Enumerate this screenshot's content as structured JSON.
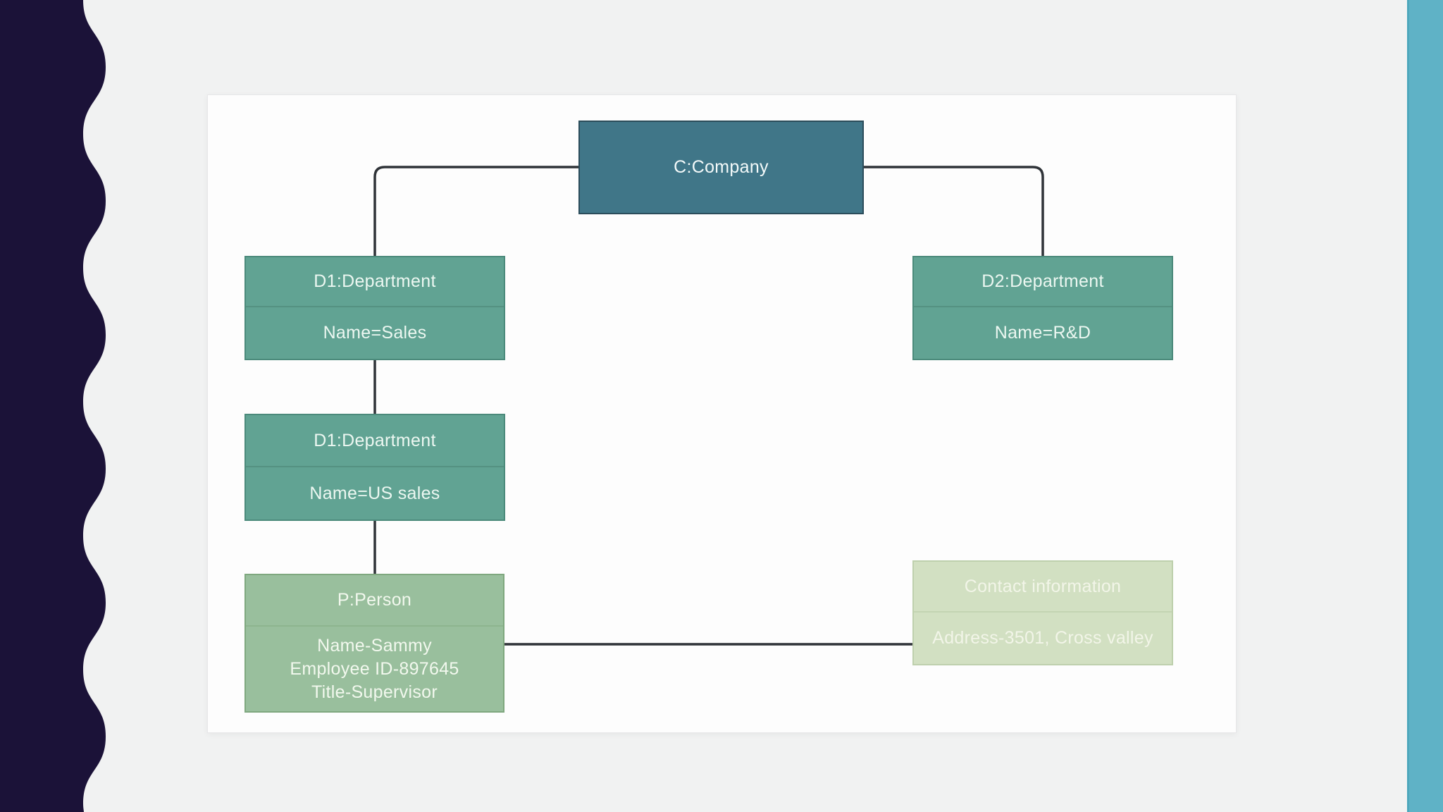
{
  "diagram": {
    "nodes": [
      {
        "id": "company",
        "title": "C:Company",
        "attributes": []
      },
      {
        "id": "d1-department",
        "title": "D1:Department",
        "attributes": [
          "Name=Sales"
        ]
      },
      {
        "id": "d2-department",
        "title": "D2:Department",
        "attributes": [
          "Name=R&D"
        ]
      },
      {
        "id": "d1-subdepartment",
        "title": "D1:Department",
        "attributes": [
          "Name=US sales"
        ]
      },
      {
        "id": "person",
        "title": "P:Person",
        "attributes": [
          "Name-Sammy",
          "Employee ID-897645",
          "Title-Supervisor"
        ]
      },
      {
        "id": "contact",
        "title": "Contact information",
        "attributes": [
          "Address-3501, Cross valley"
        ]
      }
    ],
    "connectors": [
      {
        "from": "company",
        "to": "d1-department"
      },
      {
        "from": "company",
        "to": "d2-department"
      },
      {
        "from": "d1-department",
        "to": "d1-subdepartment"
      },
      {
        "from": "d1-subdepartment",
        "to": "person"
      },
      {
        "from": "person",
        "to": "contact"
      }
    ]
  },
  "colors": {
    "background": "#f1f2f2",
    "left_wave": "#1b1238",
    "right_strip": "#5fb2c6",
    "canvas": "#fdfdfd",
    "connector": "#2f3338",
    "company_fill": "#407688",
    "company_border": "#2b4c5a",
    "department_fill": "#61a393",
    "department_border": "#4b8a7b",
    "person_fill": "#99bf9d",
    "person_border": "#7fa87f",
    "contact_fill": "#d2e0c2",
    "contact_border": "#bed0ad",
    "text": "#eef6f1"
  }
}
